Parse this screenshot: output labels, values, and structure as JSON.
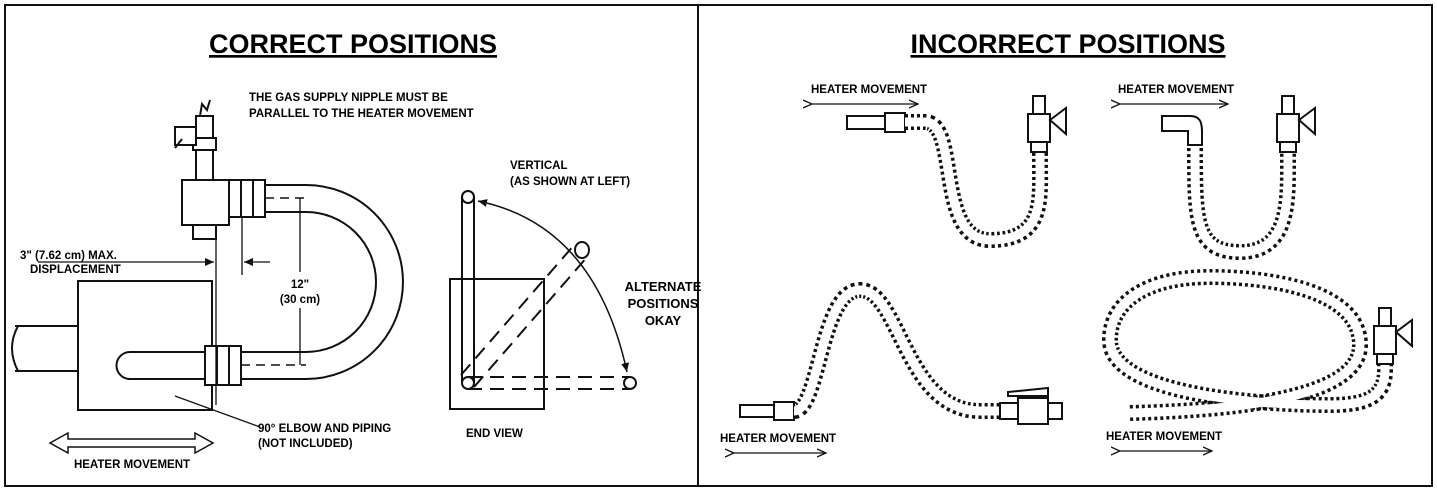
{
  "correct": {
    "title": "CORRECT POSITIONS",
    "note_line1": "THE GAS SUPPLY NIPPLE MUST BE",
    "note_line2": "PARALLEL TO THE HEATER MOVEMENT",
    "displacement_line1": "3\" (7.62 cm) MAX.",
    "displacement_line2": "DISPLACEMENT",
    "height_line1": "12\"",
    "height_line2": "(30 cm)",
    "elbow_line1": "90° ELBOW AND PIPING",
    "elbow_line2": "(NOT INCLUDED)",
    "heater_movement": "HEATER MOVEMENT",
    "vertical_line1": "VERTICAL",
    "vertical_line2": "(AS SHOWN AT LEFT)",
    "alternate_line1": "ALTERNATE",
    "alternate_line2": "POSITIONS",
    "alternate_line3": "OKAY",
    "end_view": "END VIEW"
  },
  "incorrect": {
    "title": "INCORRECT POSITIONS",
    "movement_labels": [
      "HEATER MOVEMENT",
      "HEATER MOVEMENT",
      "HEATER MOVEMENT",
      "HEATER MOVEMENT"
    ]
  }
}
